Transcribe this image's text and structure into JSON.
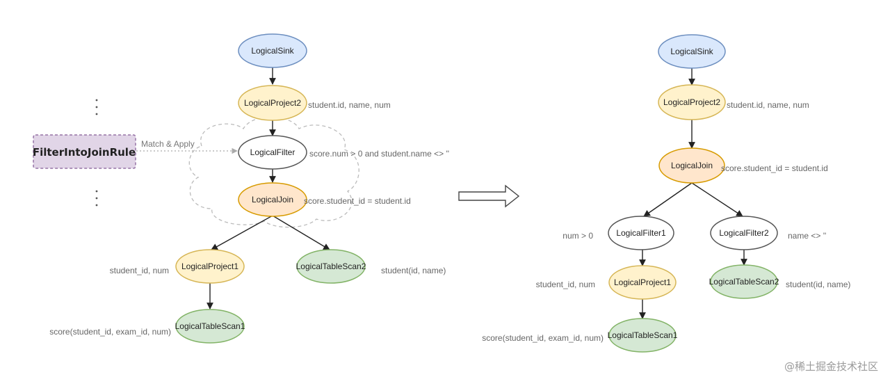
{
  "colors": {
    "sink_stroke": "#6c8ebf",
    "sink_fill": "#dae8fc",
    "project_stroke": "#d6b656",
    "project_fill": "#fff2cc",
    "join_stroke": "#d79b00",
    "join_fill": "#ffe6cc",
    "scan_stroke": "#82b366",
    "scan_fill": "#d5e8d4",
    "filter_stroke": "#555555",
    "filter_fill": "#ffffff",
    "rule_stroke": "#9673a6",
    "rule_fill": "#e1d5e7"
  },
  "rule": {
    "label": "FilterIntoJoinRule",
    "edge_label": "Match & Apply",
    "dots_top": "·\n·\n·",
    "dots_bottom": "·\n·\n·"
  },
  "left": {
    "sink": "LogicalSink",
    "project2": "LogicalProject2",
    "project2_anno": "student.id, name, num",
    "filter": "LogicalFilter",
    "filter_anno": "score.num > 0 and student.name <> ''",
    "join": "LogicalJoin",
    "join_anno": "score.student_id = student.id",
    "project1": "LogicalProject1",
    "project1_anno": "student_id, num",
    "scan2": "LogicalTableScan2",
    "scan2_anno": "student(id, name)",
    "scan1": "LogicalTableScan1",
    "scan1_anno": "score(student_id, exam_id, num)"
  },
  "right": {
    "sink": "LogicalSink",
    "project2": "LogicalProject2",
    "project2_anno": "student.id, name, num",
    "join": "LogicalJoin",
    "join_anno": "score.student_id = student.id",
    "filter1": "LogicalFilter1",
    "filter1_anno": "num > 0",
    "filter2": "LogicalFilter2",
    "filter2_anno": "name <> ''",
    "project1": "LogicalProject1",
    "project1_anno": "student_id, num",
    "scan2": "LogicalTableScan2",
    "scan2_anno": "student(id, name)",
    "scan1": "LogicalTableScan1",
    "scan1_anno": "score(student_id, exam_id, num)"
  },
  "watermark": "@稀土掘金技术社区"
}
